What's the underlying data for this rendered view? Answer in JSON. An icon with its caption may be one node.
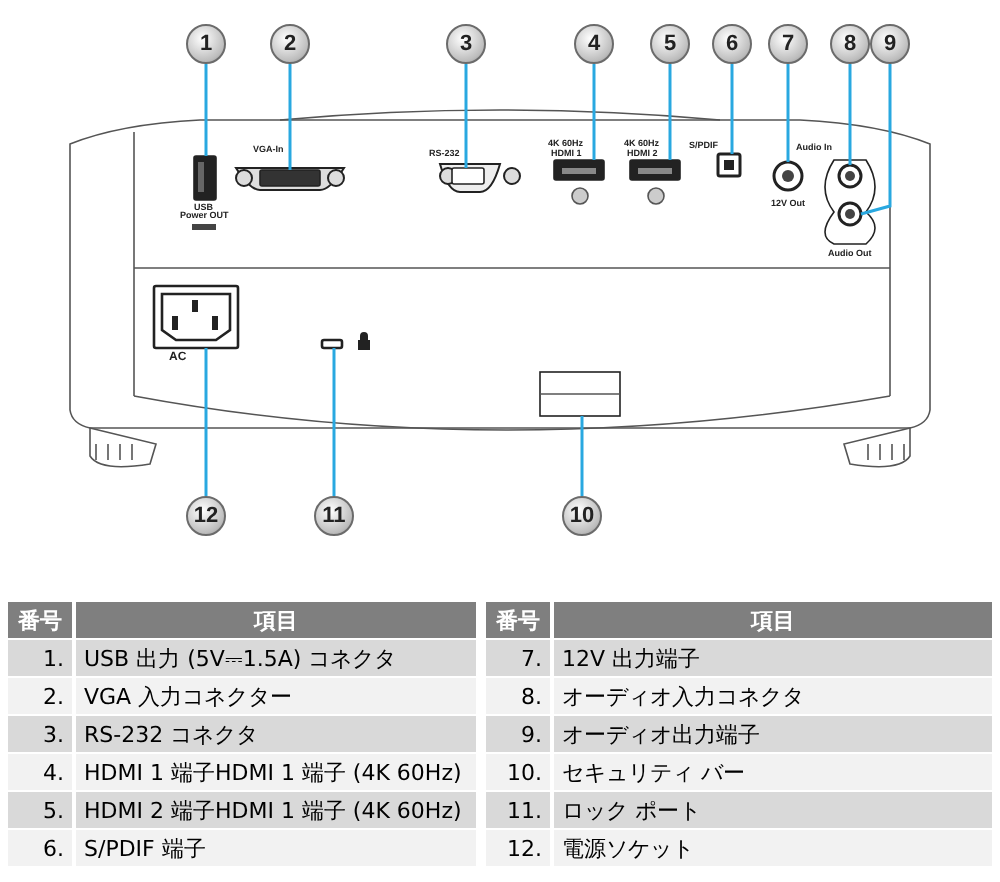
{
  "diagram": {
    "nodes": [
      {
        "text": [
          "1"
        ]
      },
      {
        "text": [
          "2"
        ]
      },
      {
        "text": [
          "3"
        ]
      },
      {
        "text": [
          "4"
        ]
      },
      {
        "text": [
          "5"
        ]
      },
      {
        "text": [
          "6"
        ]
      },
      {
        "text": [
          "7"
        ]
      },
      {
        "text": [
          "8"
        ]
      },
      {
        "text": [
          "9"
        ]
      },
      {
        "text": [
          "12"
        ]
      },
      {
        "text": [
          "11"
        ]
      },
      {
        "text": [
          "10"
        ]
      },
      {
        "text": [],
        "shape": "box",
        "beside": [
          "USB",
          "Power OUT"
        ]
      },
      {
        "text": [],
        "shape": "box",
        "beside": [
          "VGA-In"
        ]
      },
      {
        "text": [],
        "shape": "box",
        "beside": [
          "RS-232"
        ]
      },
      {
        "text": [],
        "shape": "box",
        "beside": [
          "4K 60Hz",
          "HDMI 1"
        ]
      },
      {
        "text": [],
        "shape": "box",
        "beside": [
          "4K 60Hz",
          "HDMI 2"
        ]
      },
      {
        "text": [],
        "shape": "box",
        "beside": [
          "S/PDIF"
        ]
      },
      {
        "text": [],
        "shape": "circle",
        "beside": [
          "12V Out"
        ]
      },
      {
        "text": [],
        "shape": "circle",
        "beside": [
          "Audio In"
        ]
      },
      {
        "text": [],
        "shape": "circle",
        "beside": [
          "Audio Out"
        ]
      },
      {
        "text": [],
        "shape": "box",
        "beside": [
          "AC"
        ]
      },
      {
        "text": [],
        "shape": "box"
      },
      {
        "text": [],
        "shape": "bar"
      }
    ],
    "edges": [
      {
        "from": 0,
        "to": 12,
        "arrow": "none"
      },
      {
        "from": 1,
        "to": 13,
        "arrow": "none"
      },
      {
        "from": 2,
        "to": 14,
        "arrow": "none"
      },
      {
        "from": 3,
        "to": 15,
        "arrow": "none"
      },
      {
        "from": 4,
        "to": 16,
        "arrow": "none"
      },
      {
        "from": 5,
        "to": 17,
        "arrow": "none"
      },
      {
        "from": 6,
        "to": 18,
        "arrow": "none"
      },
      {
        "from": 7,
        "to": 19,
        "arrow": "none"
      },
      {
        "from": 8,
        "to": 20,
        "arrow": "none"
      },
      {
        "from": 9,
        "to": 21,
        "arrow": "none"
      },
      {
        "from": 10,
        "to": 22,
        "arrow": "none"
      },
      {
        "from": 11,
        "to": 23,
        "arrow": "none"
      }
    ],
    "labels": [
      "番号",
      "項目",
      "1.",
      "USB 出力 (5V⎓1.5A) コネクタ",
      "2.",
      "VGA 入力コネクター",
      "3.",
      "RS-232 コネクタ",
      "4.",
      "HDMI 1 端子HDMI 1 端子 (4K 60Hz)",
      "5.",
      "HDMI 2 端子HDMI 1 端子 (4K 60Hz)",
      "6.",
      "S/PDIF 端子",
      "番号",
      "項目",
      "7.",
      "12V 出力端子",
      "8.",
      "オーディオ入力コネクタ",
      "9.",
      "オーディオ出力端子",
      "10.",
      "セキュリティ バー",
      "11.",
      "ロック ポート",
      "12.",
      "電源ソケット"
    ]
  }
}
